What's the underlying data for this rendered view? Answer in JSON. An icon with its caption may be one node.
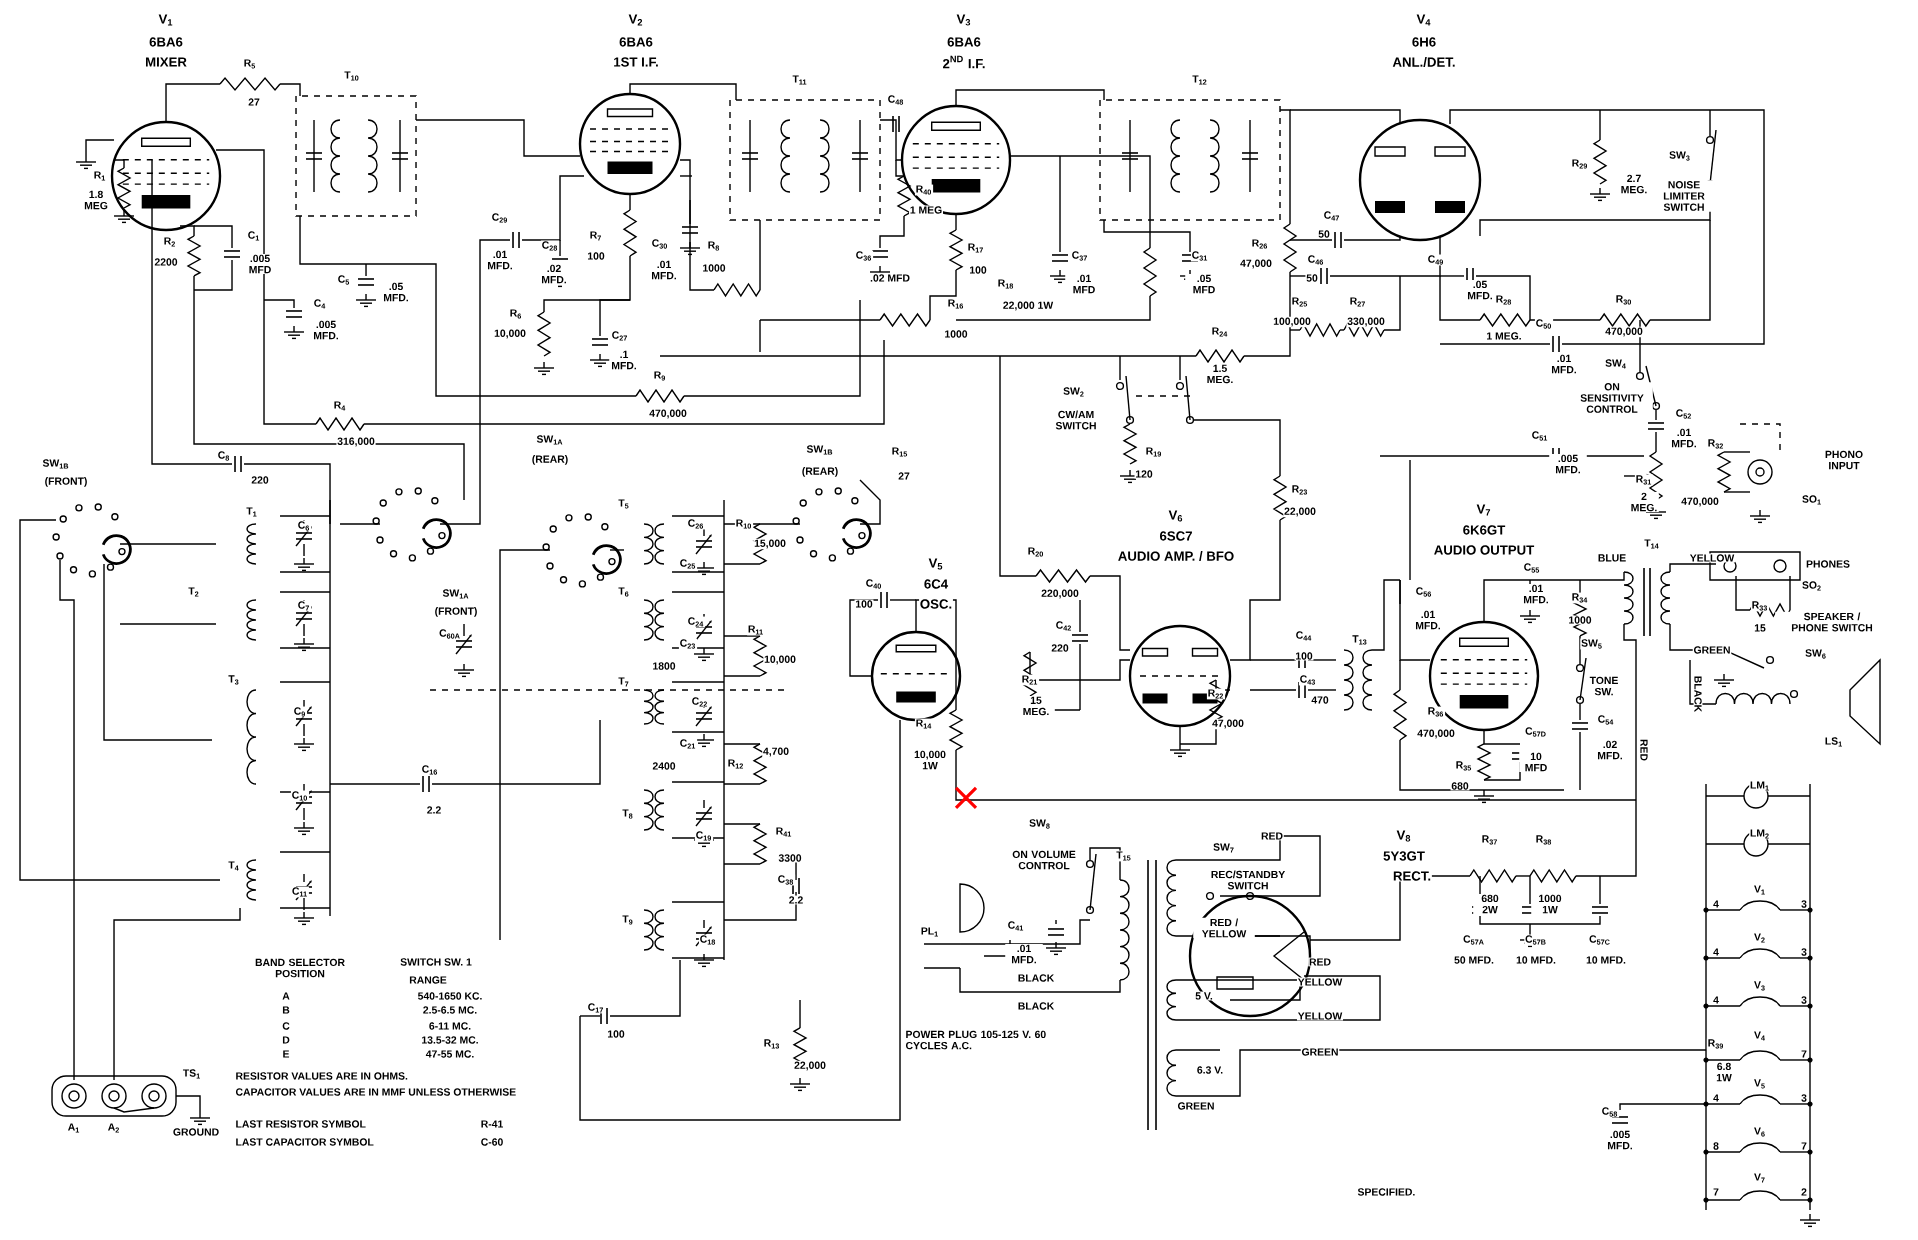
{
  "diagram": {
    "labels": [
      "V$_{1}$",
      "6BA6",
      "MIXER",
      "V$_{2}$",
      "6BA6",
      "1ST I.F.",
      "V$_{3}$",
      "6BA6",
      "2$^{ND}$ I.F.",
      "V$_{4}$",
      "6H6",
      "ANL./DET.",
      "V$_{5}$",
      "6C4",
      "OSC.",
      "V$_{6}$",
      "6SC7",
      "AUDIO AMP. / BFO",
      "V$_{7}$",
      "6K6GT",
      "AUDIO OUTPUT",
      "V$_{8}$",
      "5Y3GT",
      "RECT.",
      "R$_{5}$",
      "27",
      "T$_{10}$",
      "R$_{1}$",
      "1.8 MEG",
      "R$_{2}$",
      "2200",
      "C$_{1}$",
      ".005 MFD",
      "C$_{4}$",
      ".005 MFD.",
      "C$_{5}$",
      ".05 MFD.",
      "C$_{29}$",
      ".01 MFD.",
      "C$_{28}$",
      ".02 MFD.",
      "R$_{7}$",
      "100",
      "C$_{30}$",
      ".01 MFD.",
      "R$_{6}$",
      "10,000",
      "C$_{27}$",
      ".1 MFD.",
      "R$_{8}$",
      "1000",
      "R$_{9}$",
      "470,000",
      "R$_{4}$",
      "316,000",
      "T$_{11}$",
      "C$_{48}$",
      "R$_{40}$",
      "1 MEG",
      "C$_{36}$",
      ".02 MFD",
      "R$_{17}$",
      "100",
      "R$_{16}$",
      "1000",
      "R$_{18}$",
      "22,000 1W",
      "C$_{37}$",
      ".01 MFD",
      "C$_{31}$",
      ".05 MFD",
      "T$_{12}$",
      "R$_{26}$",
      "47,000",
      "C$_{47}$",
      "50",
      "C$_{46}$",
      "50",
      "R$_{25}$",
      "100,000",
      "R$_{27}$",
      "330,000",
      "C$_{49}$",
      ".05 MFD.",
      "R$_{28}$",
      "1 MEG.",
      "C$_{50}$",
      ".01 MFD.",
      "R$_{30}$",
      "470,000",
      "R$_{29}$",
      "2.7 MEG.",
      "SW$_{3}$",
      "NOISE LIMITER SWITCH",
      "R$_{24}$",
      "1.5 MEG.",
      "SW$_{2}$",
      "CW/AM SWITCH",
      "R$_{19}$",
      "120",
      "SW$_{4}$",
      "ON SENSITIVITY CONTROL",
      "C$_{52}$",
      ".01 MFD.",
      "C$_{51}$",
      ".005 MFD.",
      "R$_{31}$",
      "2 MEG.",
      "R$_{32}$",
      "470,000",
      "PHONO INPUT",
      "SO$_{1}$",
      "SW$_{1B}$",
      "(FRONT)",
      "C$_{8}$",
      "220",
      "SW$_{1A}$",
      "(REAR)",
      "SW$_{1B}$",
      "(REAR)",
      "R$_{15}$",
      "27",
      "T$_{5}$",
      "C$_{26}$",
      "C$_{25}$",
      "R$_{10}$",
      "15,000",
      "R$_{20}$",
      "220,000",
      "R$_{23}$",
      "22,000",
      "C$_{40}$",
      "100",
      "T$_{1}$",
      "C$_{6}$",
      "T$_{2}$",
      "C$_{7}$",
      "SW$_{1A}$",
      "(FRONT)",
      "C$_{60A}$",
      "T$_{6}$",
      "C$_{24}$",
      "C$_{23}$",
      "1800",
      "R$_{11}$",
      "10,000",
      "T$_{3}$",
      "C$_{9}$",
      "T$_{7}$",
      "C$_{22}$",
      "C$_{21}$",
      "2400",
      "R$_{12}$",
      "4,700",
      "C$_{10}$",
      "C$_{16}$",
      "2.2",
      "T$_{8}$",
      "C$_{19}$",
      "R$_{41}$",
      "3300",
      "C$_{38}$",
      "2.2",
      "T$_{4}$",
      "C$_{11}$",
      "T$_{9}$",
      "C$_{18}$",
      "C$_{17}$",
      "100",
      "R$_{13}$",
      "22,000",
      "R$_{14}$",
      "10,000 1W",
      "R$_{21}$",
      "15 MEG.",
      "C$_{42}$",
      "220",
      "R$_{22}$",
      "47,000",
      "C$_{44}$",
      "100",
      "C$_{43}$",
      "470",
      "T$_{13}$",
      "C$_{56}$",
      ".01 MFD.",
      "C$_{55}$",
      ".01 MFD.",
      "R$_{34}$",
      "1000",
      "T$_{14}$",
      "BLUE",
      "YELLOW",
      "PHONES",
      "SO$_{2}$",
      "SPEAKER / PHONE SWITCH",
      "R$_{33}$",
      "15",
      "SW$_{5}$",
      "TONE SW.",
      "GREEN",
      "SW$_{6}$",
      "BLACK",
      "R$_{36}$",
      "470,000",
      "R$_{35}$",
      "680",
      "C$_{57D}$",
      "10 MFD",
      "C$_{54}$",
      ".02 MFD.",
      "RED",
      "LS$_{1}$",
      "LM$_{1}$",
      "LM$_{2}$",
      "4",
      "V$_{1}$",
      "3",
      "4",
      "V$_{2}$",
      "3",
      "4",
      "V$_{3}$",
      "3",
      "R$_{39}$",
      "V$_{4}$",
      "7",
      "6.8 1W",
      "4",
      "V$_{5}$",
      "3",
      "8",
      "V$_{6}$",
      "7",
      "7",
      "V$_{7}$",
      "2",
      "C$_{58}$",
      ".005 MFD.",
      "R$_{37}$",
      "680 2W",
      "R$_{38}$",
      "1000 1W",
      "C$_{57A}$",
      "50 MFD.",
      "C$_{57B}$",
      "10 MFD.",
      "C$_{57C}$",
      "10 MFD.",
      "SW$_{8}$",
      "ON VOLUME CONTROL",
      "C$_{41}$",
      ".01 MFD.",
      "PL$_{1}$",
      "BLACK",
      "BLACK",
      "POWER PLUG 105-125 V. 60 CYCLES A.C.",
      "T$_{15}$",
      "SW$_{7}$",
      "REC/STANDBY SWITCH",
      "RED / YELLOW",
      "RED",
      "5 V.",
      "RED",
      "YELLOW",
      "YELLOW",
      "6.3 V.",
      "GREEN",
      "GREEN",
      "TS$_{1}$",
      "A$_{1}$",
      "A$_{2}$",
      "GROUND",
      "BAND SELECTOR POSITION",
      "SWITCH SW. 1",
      "RANGE",
      "A",
      "540-1650 KC.",
      "B",
      "2.5-6.5 MC.",
      "C",
      "6-11 MC.",
      "D",
      "13.5-32 MC.",
      "E",
      "47-55 MC.",
      "RESISTOR VALUES ARE IN OHMS.",
      "CAPACITOR VALUES ARE IN MMF UNLESS OTHERWISE",
      "LAST RESISTOR SYMBOL",
      "R-41",
      "LAST CAPACITOR SYMBOL",
      "C-60",
      "SPECIFIED."
    ]
  }
}
